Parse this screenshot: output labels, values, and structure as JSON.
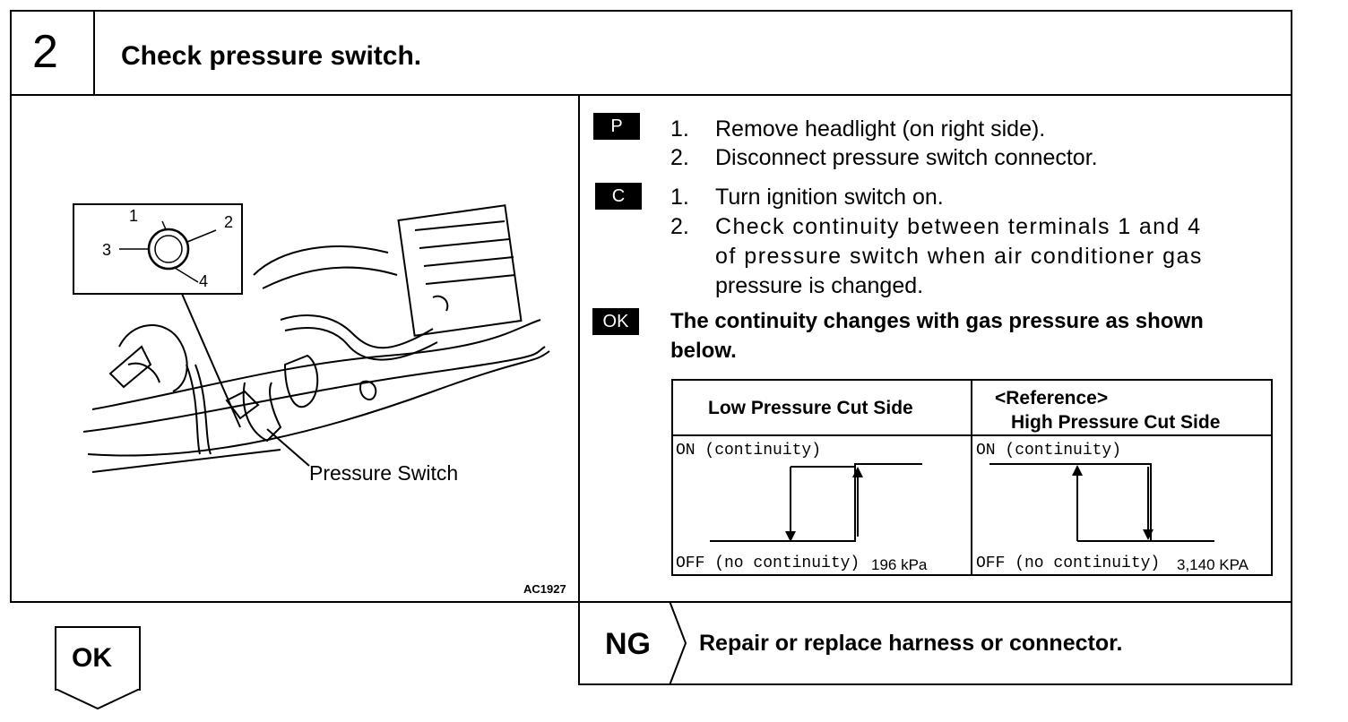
{
  "header": {
    "step_number": "2",
    "title": "Check pressure switch."
  },
  "figure": {
    "callout_labels": [
      "1",
      "2",
      "3",
      "4"
    ],
    "part_label": "Pressure Switch",
    "figure_code": "AC1927"
  },
  "procedure": {
    "prep_badge": "P",
    "prep_steps": [
      {
        "num": "1.",
        "text": "Remove headlight (on right side)."
      },
      {
        "num": "2.",
        "text": "Disconnect pressure switch connector."
      }
    ],
    "check_badge": "C",
    "check_steps": [
      {
        "num": "1.",
        "text": "Turn ignition switch on."
      },
      {
        "num": "2.",
        "line1": "Check continuity between terminals 1 and 4",
        "line2": "of pressure switch when air conditioner gas",
        "line3": "pressure is changed."
      }
    ],
    "ok_badge": "OK",
    "ok_line1": "The continuity changes with gas pressure as shown",
    "ok_line2": "below."
  },
  "chart_data": {
    "type": "table",
    "columns": [
      {
        "header": "Low Pressure Cut Side",
        "on_label": "ON (continuity)",
        "off_label": "OFF (no continuity)",
        "pressure_label": "196 kPa"
      },
      {
        "header_line1": "<Reference>",
        "header_line2": "High Pressure Cut Side",
        "on_label": "ON (continuity)",
        "off_label": "OFF (no continuity)",
        "pressure_label": "3,140 KPA"
      }
    ]
  },
  "result": {
    "ok_label": "OK",
    "ng_label": "NG",
    "ng_text": "Repair or replace harness or connector."
  }
}
